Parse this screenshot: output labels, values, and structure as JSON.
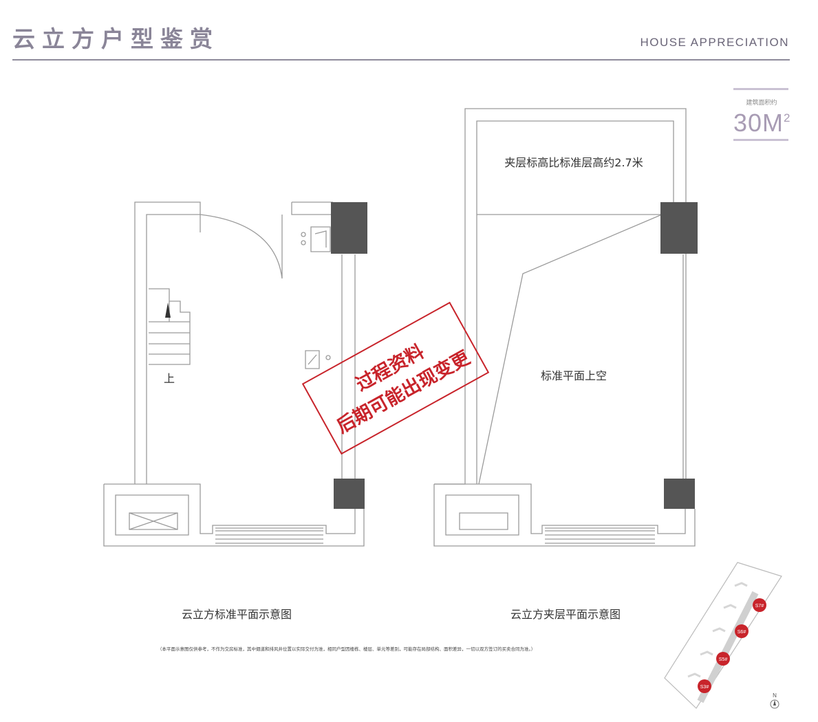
{
  "header": {
    "title": "云立方户型鉴赏",
    "subtitle": "HOUSE APPRECIATION"
  },
  "area_badge": {
    "caption": "建筑面积约",
    "value": "30",
    "unit": "M",
    "unit_sup": "2"
  },
  "plan_left": {
    "stair_label": "上",
    "caption": "云立方标准平面示意图"
  },
  "plan_right": {
    "height_note": "夹层标高比标准层高约2.7米",
    "void_label": "标准平面上空",
    "caption": "云立方夹层平面示意图"
  },
  "stamp": {
    "line1": "过程资料",
    "line2": "后期可能出现变更",
    "color": "#c8242b"
  },
  "disclaimer": "（本平面示意图仅供参考，不作为交房标准，其中烟道和排风井位置以实际交付为准，相同户型因楼栋、楼层、单元等差别，可能存在局部结构、面积差异，一切以双方签订的买卖合同为准。）",
  "location_map": {
    "buildings": [
      "S7#",
      "S6#",
      "S5#",
      "S3#"
    ],
    "highlight_color": "#c8242b",
    "compass": "N"
  },
  "colors": {
    "accent": "#8a8598",
    "column": "#555555",
    "wall": "#999999"
  }
}
